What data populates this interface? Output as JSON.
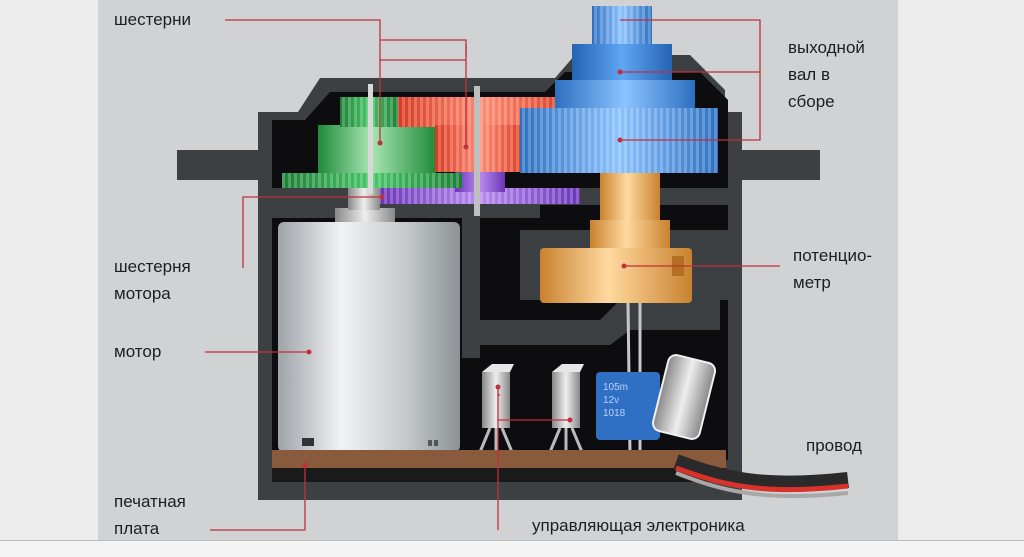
{
  "labels": {
    "gears": "шестерни",
    "output_shaft": "выходной\nвал в\nсборе",
    "motor_gear": "шестерня\nмотора",
    "potentiometer": "потенцио-\nметр",
    "motor": "мотор",
    "wire": "провод",
    "pcb": "печатная\nплата",
    "control_electronics": "управляющая электроника"
  },
  "capacitor_text": "105m\n12v\n1018",
  "colors": {
    "housing": "#3d4043",
    "green_gear": "#2ea84e",
    "red_gear": "#ec4b30",
    "blue_gear": "#3b8fe0",
    "purple_gear": "#8a4fd6",
    "potentiometer": "#e8a64a",
    "leader_line": "#c0303a",
    "pcb": "#8a5a3c"
  }
}
